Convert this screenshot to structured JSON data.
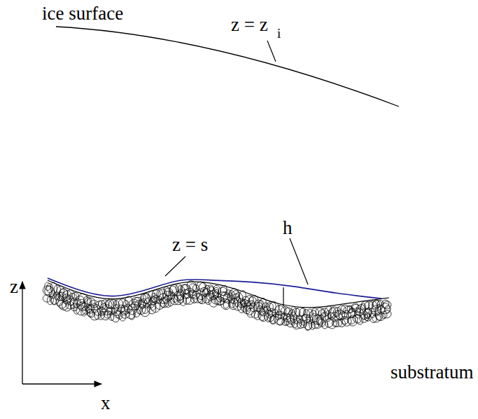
{
  "diagram": {
    "labels": [
      "ice surface",
      "z = z",
      "i",
      "z = s",
      "h",
      "substratum",
      "z",
      "x"
    ]
  }
}
